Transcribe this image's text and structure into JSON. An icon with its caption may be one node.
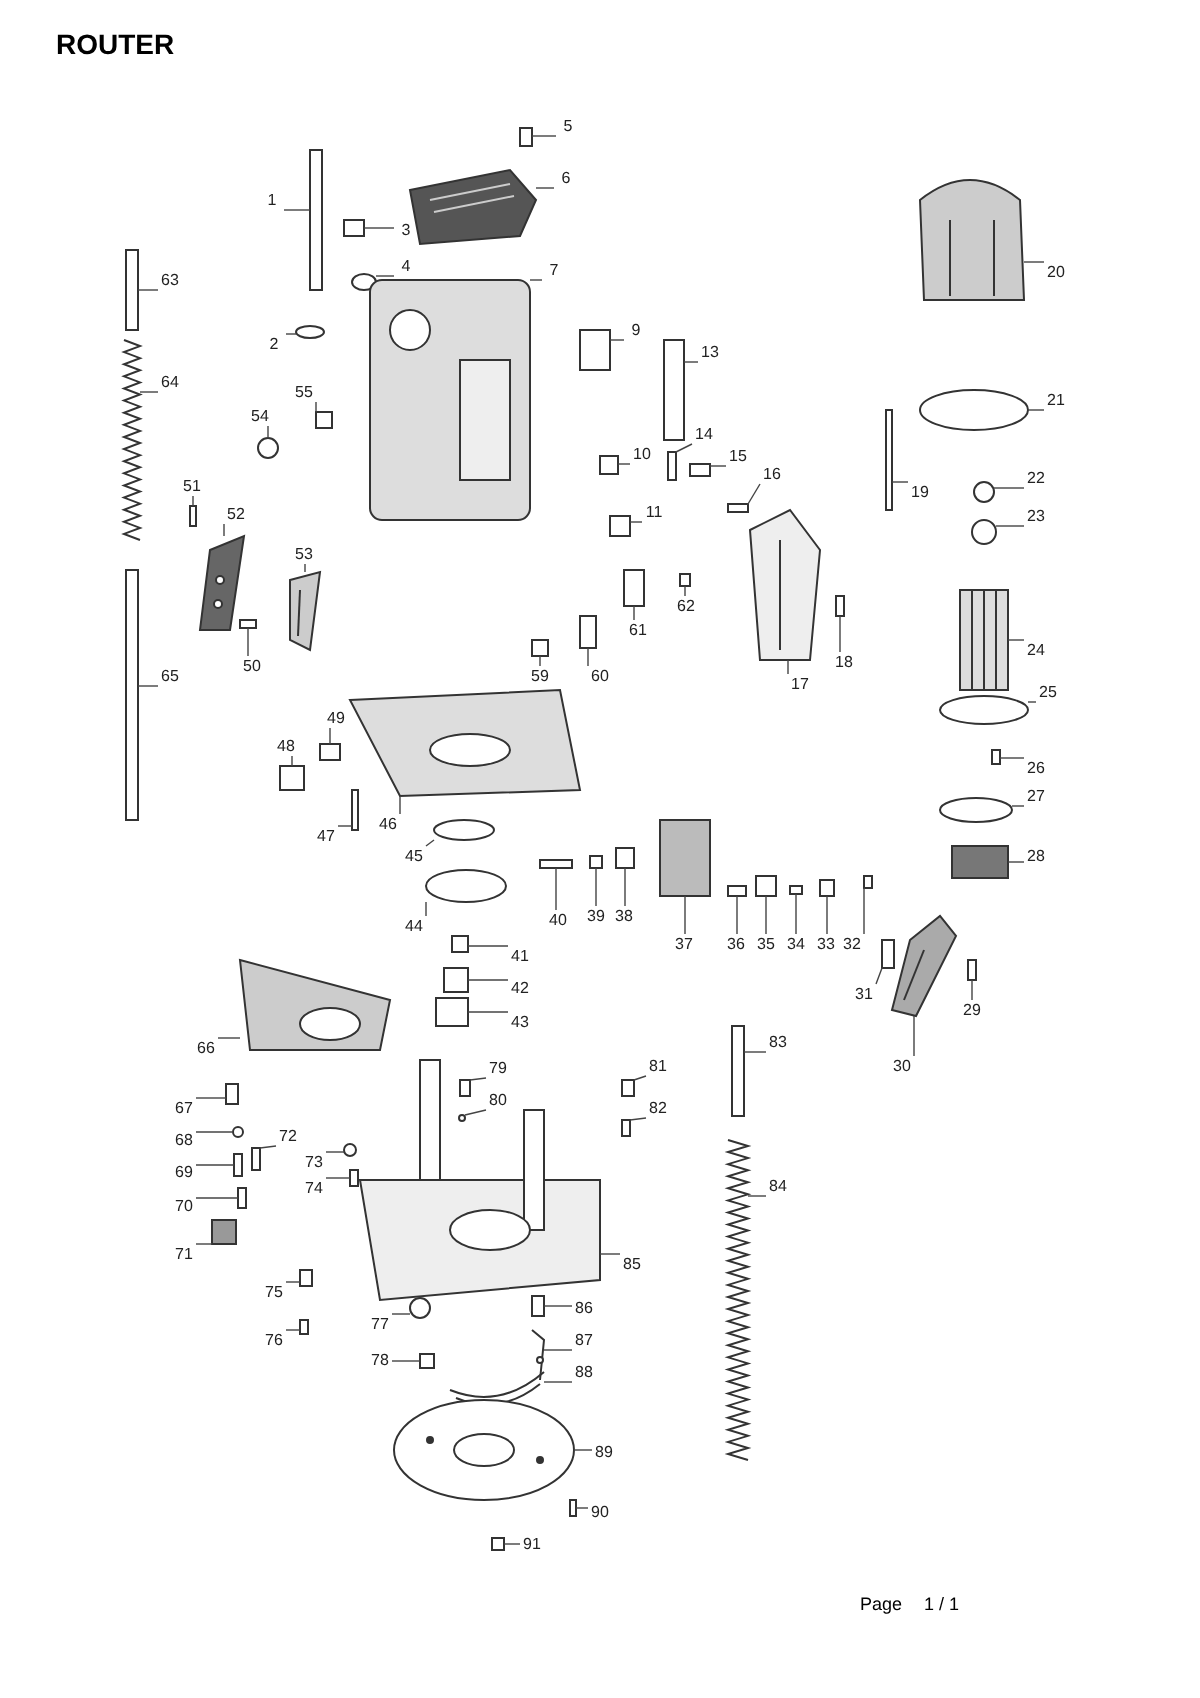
{
  "diagram": {
    "title": "ROUTER",
    "nodes": [
      {
        "text": [
          "1"
        ]
      },
      {
        "text": [
          "2"
        ]
      },
      {
        "text": [
          "3"
        ]
      },
      {
        "text": [
          "4"
        ]
      },
      {
        "text": [
          "5"
        ]
      },
      {
        "text": [
          "6"
        ]
      },
      {
        "text": [
          "7"
        ]
      },
      {
        "text": [
          "9"
        ]
      },
      {
        "text": [
          "10"
        ]
      },
      {
        "text": [
          "11"
        ]
      },
      {
        "text": [
          "13"
        ]
      },
      {
        "text": [
          "14"
        ]
      },
      {
        "text": [
          "15"
        ]
      },
      {
        "text": [
          "16"
        ]
      },
      {
        "text": [
          "17"
        ]
      },
      {
        "text": [
          "18"
        ]
      },
      {
        "text": [
          "19"
        ]
      },
      {
        "text": [
          "20"
        ]
      },
      {
        "text": [
          "21"
        ]
      },
      {
        "text": [
          "22"
        ]
      },
      {
        "text": [
          "23"
        ]
      },
      {
        "text": [
          "24"
        ]
      },
      {
        "text": [
          "25"
        ]
      },
      {
        "text": [
          "26"
        ]
      },
      {
        "text": [
          "27"
        ]
      },
      {
        "text": [
          "28"
        ]
      },
      {
        "text": [
          "29"
        ]
      },
      {
        "text": [
          "30"
        ]
      },
      {
        "text": [
          "31"
        ]
      },
      {
        "text": [
          "32"
        ]
      },
      {
        "text": [
          "33"
        ]
      },
      {
        "text": [
          "34"
        ]
      },
      {
        "text": [
          "35"
        ]
      },
      {
        "text": [
          "36"
        ]
      },
      {
        "text": [
          "37"
        ]
      },
      {
        "text": [
          "38"
        ]
      },
      {
        "text": [
          "39"
        ]
      },
      {
        "text": [
          "40"
        ]
      },
      {
        "text": [
          "41"
        ]
      },
      {
        "text": [
          "42"
        ]
      },
      {
        "text": [
          "43"
        ]
      },
      {
        "text": [
          "44"
        ]
      },
      {
        "text": [
          "45"
        ]
      },
      {
        "text": [
          "46"
        ]
      },
      {
        "text": [
          "47"
        ]
      },
      {
        "text": [
          "48"
        ]
      },
      {
        "text": [
          "49"
        ]
      },
      {
        "text": [
          "50"
        ]
      },
      {
        "text": [
          "51"
        ]
      },
      {
        "text": [
          "52"
        ]
      },
      {
        "text": [
          "53"
        ]
      },
      {
        "text": [
          "54"
        ]
      },
      {
        "text": [
          "55"
        ]
      },
      {
        "text": [
          "59"
        ]
      },
      {
        "text": [
          "60"
        ]
      },
      {
        "text": [
          "61"
        ]
      },
      {
        "text": [
          "62"
        ]
      },
      {
        "text": [
          "63"
        ]
      },
      {
        "text": [
          "64"
        ]
      },
      {
        "text": [
          "65"
        ]
      },
      {
        "text": [
          "66"
        ]
      },
      {
        "text": [
          "67"
        ]
      },
      {
        "text": [
          "68"
        ]
      },
      {
        "text": [
          "69"
        ]
      },
      {
        "text": [
          "70"
        ]
      },
      {
        "text": [
          "71"
        ]
      },
      {
        "text": [
          "72"
        ]
      },
      {
        "text": [
          "73"
        ]
      },
      {
        "text": [
          "74"
        ]
      },
      {
        "text": [
          "75"
        ]
      },
      {
        "text": [
          "76"
        ]
      },
      {
        "text": [
          "77"
        ]
      },
      {
        "text": [
          "78"
        ]
      },
      {
        "text": [
          "79"
        ]
      },
      {
        "text": [
          "80"
        ]
      },
      {
        "text": [
          "81"
        ]
      },
      {
        "text": [
          "82"
        ]
      },
      {
        "text": [
          "83"
        ]
      },
      {
        "text": [
          "84"
        ]
      },
      {
        "text": [
          "85"
        ]
      },
      {
        "text": [
          "86"
        ]
      },
      {
        "text": [
          "87"
        ]
      },
      {
        "text": [
          "88"
        ]
      },
      {
        "text": [
          "89"
        ]
      },
      {
        "text": [
          "90"
        ]
      },
      {
        "text": [
          "91"
        ]
      },
      {
        "text": [],
        "shape": "box"
      },
      {
        "text": [],
        "shape": "circle"
      },
      {
        "text": [],
        "shape": "box"
      },
      {
        "text": [],
        "shape": "circle"
      },
      {
        "text": [],
        "shape": "box"
      },
      {
        "text": [],
        "shape": "picture"
      },
      {
        "text": [],
        "shape": "picture"
      },
      {
        "text": [],
        "shape": "box"
      },
      {
        "text": [],
        "shape": "box"
      },
      {
        "text": [],
        "shape": "box"
      },
      {
        "text": [],
        "shape": "box"
      },
      {
        "text": [],
        "shape": "box"
      },
      {
        "text": [],
        "shape": "box"
      },
      {
        "text": [],
        "shape": "box"
      },
      {
        "text": [],
        "shape": "picture"
      },
      {
        "text": [],
        "shape": "box"
      },
      {
        "text": [],
        "shape": "box"
      },
      {
        "text": [],
        "shape": "picture"
      },
      {
        "text": [],
        "shape": "circle"
      },
      {
        "text": [],
        "shape": "circle"
      },
      {
        "text": [],
        "shape": "circle"
      },
      {
        "text": [],
        "shape": "picture"
      },
      {
        "text": [],
        "shape": "circle"
      },
      {
        "text": [],
        "shape": "box"
      },
      {
        "text": [],
        "shape": "circle"
      },
      {
        "text": [],
        "shape": "box"
      },
      {
        "text": [],
        "shape": "box"
      },
      {
        "text": [],
        "shape": "picture"
      },
      {
        "text": [],
        "shape": "box"
      },
      {
        "text": [],
        "shape": "box"
      },
      {
        "text": [],
        "shape": "box"
      },
      {
        "text": [],
        "shape": "box"
      },
      {
        "text": [],
        "shape": "box"
      },
      {
        "text": [],
        "shape": "box"
      },
      {
        "text": [],
        "shape": "box"
      },
      {
        "text": [],
        "shape": "box"
      },
      {
        "text": [],
        "shape": "box"
      },
      {
        "text": [],
        "shape": "box"
      },
      {
        "text": [],
        "shape": "box"
      },
      {
        "text": [],
        "shape": "box"
      },
      {
        "text": [],
        "shape": "box"
      },
      {
        "text": [],
        "shape": "circle"
      },
      {
        "text": [],
        "shape": "circle"
      },
      {
        "text": [],
        "shape": "picture"
      },
      {
        "text": [],
        "shape": "box"
      },
      {
        "text": [],
        "shape": "box"
      },
      {
        "text": [],
        "shape": "box"
      },
      {
        "text": [],
        "shape": "box"
      },
      {
        "text": [],
        "shape": "box"
      },
      {
        "text": [],
        "shape": "picture"
      },
      {
        "text": [],
        "shape": "picture"
      },
      {
        "text": [],
        "shape": "circle"
      },
      {
        "text": [],
        "shape": "box"
      },
      {
        "text": [],
        "shape": "box"
      },
      {
        "text": [],
        "shape": "box"
      },
      {
        "text": [],
        "shape": "box"
      },
      {
        "text": [],
        "shape": "box"
      },
      {
        "text": [],
        "shape": "box"
      },
      {
        "text": [],
        "shape": "picture"
      },
      {
        "text": [],
        "shape": "box"
      },
      {
        "text": [],
        "shape": "picture"
      },
      {
        "text": [],
        "shape": "box"
      },
      {
        "text": [],
        "shape": "circle"
      },
      {
        "text": [],
        "shape": "box"
      },
      {
        "text": [],
        "shape": "box"
      },
      {
        "text": [],
        "shape": "box"
      },
      {
        "text": [],
        "shape": "box"
      },
      {
        "text": [],
        "shape": "circle"
      },
      {
        "text": [],
        "shape": "box"
      },
      {
        "text": [],
        "shape": "box"
      },
      {
        "text": [],
        "shape": "box"
      },
      {
        "text": [],
        "shape": "circle"
      },
      {
        "text": [],
        "shape": "box"
      },
      {
        "text": [],
        "shape": "box"
      },
      {
        "text": [],
        "shape": "circle"
      },
      {
        "text": [],
        "shape": "box"
      },
      {
        "text": [],
        "shape": "box"
      },
      {
        "text": [],
        "shape": "box"
      },
      {
        "text": [],
        "shape": "picture"
      },
      {
        "text": [],
        "shape": "picture"
      },
      {
        "text": [],
        "shape": "box"
      },
      {
        "text": [],
        "shape": "picture"
      },
      {
        "text": [],
        "shape": "picture"
      },
      {
        "text": [],
        "shape": "picture"
      },
      {
        "text": [],
        "shape": "box"
      },
      {
        "text": [],
        "shape": "box"
      }
    ],
    "edges": [
      {
        "from": 0,
        "to": 86,
        "arrow": "none"
      },
      {
        "from": 1,
        "to": 87,
        "arrow": "none"
      },
      {
        "from": 2,
        "to": 88,
        "arrow": "none"
      },
      {
        "from": 3,
        "to": 89,
        "arrow": "none"
      },
      {
        "from": 4,
        "to": 90,
        "arrow": "none"
      },
      {
        "from": 5,
        "to": 91,
        "arrow": "none"
      },
      {
        "from": 6,
        "to": 92,
        "arrow": "none"
      },
      {
        "from": 7,
        "to": 93,
        "arrow": "none"
      },
      {
        "from": 8,
        "to": 94,
        "arrow": "none"
      },
      {
        "from": 9,
        "to": 95,
        "arrow": "none"
      },
      {
        "from": 10,
        "to": 96,
        "arrow": "none"
      },
      {
        "from": 11,
        "to": 97,
        "arrow": "none"
      },
      {
        "from": 12,
        "to": 98,
        "arrow": "none"
      },
      {
        "from": 13,
        "to": 99,
        "arrow": "none"
      },
      {
        "from": 14,
        "to": 100,
        "arrow": "none"
      },
      {
        "from": 15,
        "to": 101,
        "arrow": "none"
      },
      {
        "from": 16,
        "to": 102,
        "arrow": "none"
      },
      {
        "from": 17,
        "to": 103,
        "arrow": "none"
      },
      {
        "from": 18,
        "to": 104,
        "arrow": "none"
      },
      {
        "from": 19,
        "to": 105,
        "arrow": "none"
      },
      {
        "from": 20,
        "to": 106,
        "arrow": "none"
      },
      {
        "from": 21,
        "to": 107,
        "arrow": "none"
      },
      {
        "from": 22,
        "to": 108,
        "arrow": "none"
      },
      {
        "from": 23,
        "to": 109,
        "arrow": "none"
      },
      {
        "from": 24,
        "to": 110,
        "arrow": "none"
      },
      {
        "from": 25,
        "to": 111,
        "arrow": "none"
      },
      {
        "from": 26,
        "to": 112,
        "arrow": "none"
      },
      {
        "from": 27,
        "to": 113,
        "arrow": "none"
      },
      {
        "from": 28,
        "to": 114,
        "arrow": "none"
      },
      {
        "from": 29,
        "to": 115,
        "arrow": "none"
      },
      {
        "from": 30,
        "to": 116,
        "arrow": "none"
      },
      {
        "from": 31,
        "to": 117,
        "arrow": "none"
      },
      {
        "from": 32,
        "to": 118,
        "arrow": "none"
      },
      {
        "from": 33,
        "to": 119,
        "arrow": "none"
      },
      {
        "from": 34,
        "to": 120,
        "arrow": "none"
      },
      {
        "from": 35,
        "to": 121,
        "arrow": "none"
      },
      {
        "from": 36,
        "to": 122,
        "arrow": "none"
      },
      {
        "from": 37,
        "to": 123,
        "arrow": "none"
      },
      {
        "from": 38,
        "to": 124,
        "arrow": "none"
      },
      {
        "from": 39,
        "to": 125,
        "arrow": "none"
      },
      {
        "from": 40,
        "to": 126,
        "arrow": "none"
      },
      {
        "from": 41,
        "to": 127,
        "arrow": "none"
      },
      {
        "from": 42,
        "to": 128,
        "arrow": "none"
      },
      {
        "from": 43,
        "to": 129,
        "arrow": "none"
      },
      {
        "from": 44,
        "to": 130,
        "arrow": "none"
      },
      {
        "from": 45,
        "to": 131,
        "arrow": "none"
      },
      {
        "from": 46,
        "to": 132,
        "arrow": "none"
      },
      {
        "from": 47,
        "to": 133,
        "arrow": "none"
      },
      {
        "from": 48,
        "to": 134,
        "arrow": "none"
      },
      {
        "from": 49,
        "to": 135,
        "arrow": "none"
      },
      {
        "from": 50,
        "to": 136,
        "arrow": "none"
      },
      {
        "from": 51,
        "to": 137,
        "arrow": "none"
      },
      {
        "from": 52,
        "to": 138,
        "arrow": "none"
      },
      {
        "from": 53,
        "to": 139,
        "arrow": "none"
      },
      {
        "from": 54,
        "to": 140,
        "arrow": "none"
      },
      {
        "from": 55,
        "to": 141,
        "arrow": "none"
      },
      {
        "from": 56,
        "to": 142,
        "arrow": "none"
      },
      {
        "from": 57,
        "to": 143,
        "arrow": "none"
      },
      {
        "from": 58,
        "to": 144,
        "arrow": "none"
      },
      {
        "from": 59,
        "to": 145,
        "arrow": "none"
      },
      {
        "from": 60,
        "to": 146,
        "arrow": "none"
      },
      {
        "from": 61,
        "to": 147,
        "arrow": "none"
      },
      {
        "from": 62,
        "to": 148,
        "arrow": "none"
      },
      {
        "from": 63,
        "to": 149,
        "arrow": "none"
      },
      {
        "from": 64,
        "to": 150,
        "arrow": "none"
      },
      {
        "from": 65,
        "to": 151,
        "arrow": "none"
      },
      {
        "from": 66,
        "to": 152,
        "arrow": "none"
      },
      {
        "from": 67,
        "to": 153,
        "arrow": "none"
      },
      {
        "from": 68,
        "to": 154,
        "arrow": "none"
      },
      {
        "from": 69,
        "to": 155,
        "arrow": "none"
      },
      {
        "from": 70,
        "to": 156,
        "arrow": "none"
      },
      {
        "from": 71,
        "to": 157,
        "arrow": "none"
      },
      {
        "from": 72,
        "to": 158,
        "arrow": "none"
      },
      {
        "from": 73,
        "to": 159,
        "arrow": "none"
      },
      {
        "from": 74,
        "to": 160,
        "arrow": "none"
      },
      {
        "from": 75,
        "to": 161,
        "arrow": "none"
      },
      {
        "from": 76,
        "to": 162,
        "arrow": "none"
      },
      {
        "from": 77,
        "to": 163,
        "arrow": "none"
      },
      {
        "from": 78,
        "to": 164,
        "arrow": "none"
      },
      {
        "from": 79,
        "to": 165,
        "arrow": "none"
      },
      {
        "from": 80,
        "to": 166,
        "arrow": "none"
      },
      {
        "from": 81,
        "to": 167,
        "arrow": "none"
      },
      {
        "from": 82,
        "to": 168,
        "arrow": "none"
      },
      {
        "from": 83,
        "to": 169,
        "arrow": "none"
      },
      {
        "from": 84,
        "to": 170,
        "arrow": "none"
      },
      {
        "from": 85,
        "to": 171,
        "arrow": "none"
      }
    ],
    "labels": [
      "Page",
      "1 / 1"
    ]
  }
}
